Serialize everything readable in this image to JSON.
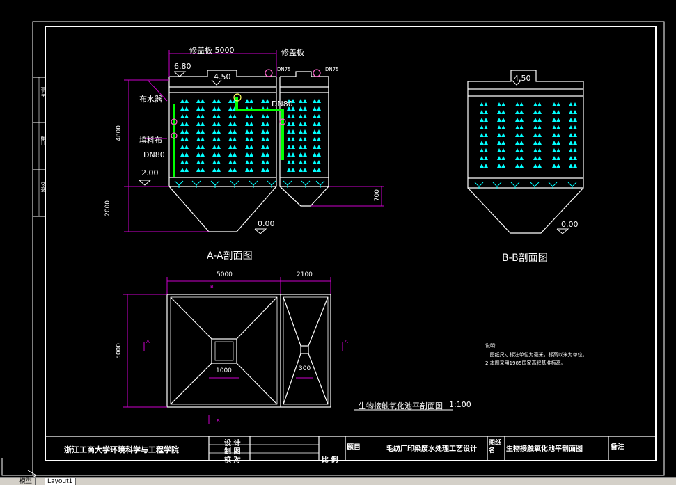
{
  "drawing": {
    "section_aa": {
      "cover_plate_5000": "修盖板 5000",
      "cover_plate": "修盖板",
      "level_680": "6.80",
      "level_450": "4.50",
      "dn75_a": "DN75",
      "dn75_b": "DN75",
      "distributor": "布水器",
      "dn80_top": "DN80",
      "packing": "填料布",
      "dn80": "DN80",
      "level_200": "2.00",
      "dim_4800": "4800",
      "dim_2000": "2000",
      "dim_700": "700",
      "level_000": "0.00",
      "caption": "A-A剖面图"
    },
    "section_bb": {
      "level_450": "4.50",
      "level_000": "0.00",
      "caption": "B-B剖面图"
    },
    "plan": {
      "dim_5000_h": "5000",
      "dim_2100": "2100",
      "dim_5000_v": "5000",
      "dim_1000": "1000",
      "dim_300": "300",
      "mark_b_top": "B",
      "mark_b_bottom": "B",
      "mark_a_left": "A",
      "mark_a_right": "A",
      "caption": "生物接触氧化池平剖面图",
      "scale": "1:100"
    },
    "notes": {
      "title": "说明:",
      "line1": "1.图纸尺寸标注单位为毫米，标高以米为单位。",
      "line2": "2.本图采用1985国家高程基准标高。"
    },
    "side_strip": {
      "cell1": "专业",
      "cell2": "日期",
      "cell3": "签名"
    }
  },
  "title_block": {
    "school": "浙江工商大学环境科学与工程学院",
    "design": "设 计",
    "draw": "制 图",
    "check": "校 对",
    "scale_label": "比 例",
    "project_label": "题目",
    "project_name": "毛纺厂印染废水处理工艺设计",
    "drawing_label": "图纸名",
    "drawing_name": "生物接触氧化池平剖面图",
    "remark": "备注"
  },
  "tabs": {
    "model": "模型",
    "layout1": "Layout1"
  },
  "colors": {
    "background": "#000000",
    "line": "#ffffff",
    "dimension": "#cc00cc",
    "packing": "#00ffff",
    "pipe": "#00ff00",
    "valve": "#ff66cc"
  }
}
